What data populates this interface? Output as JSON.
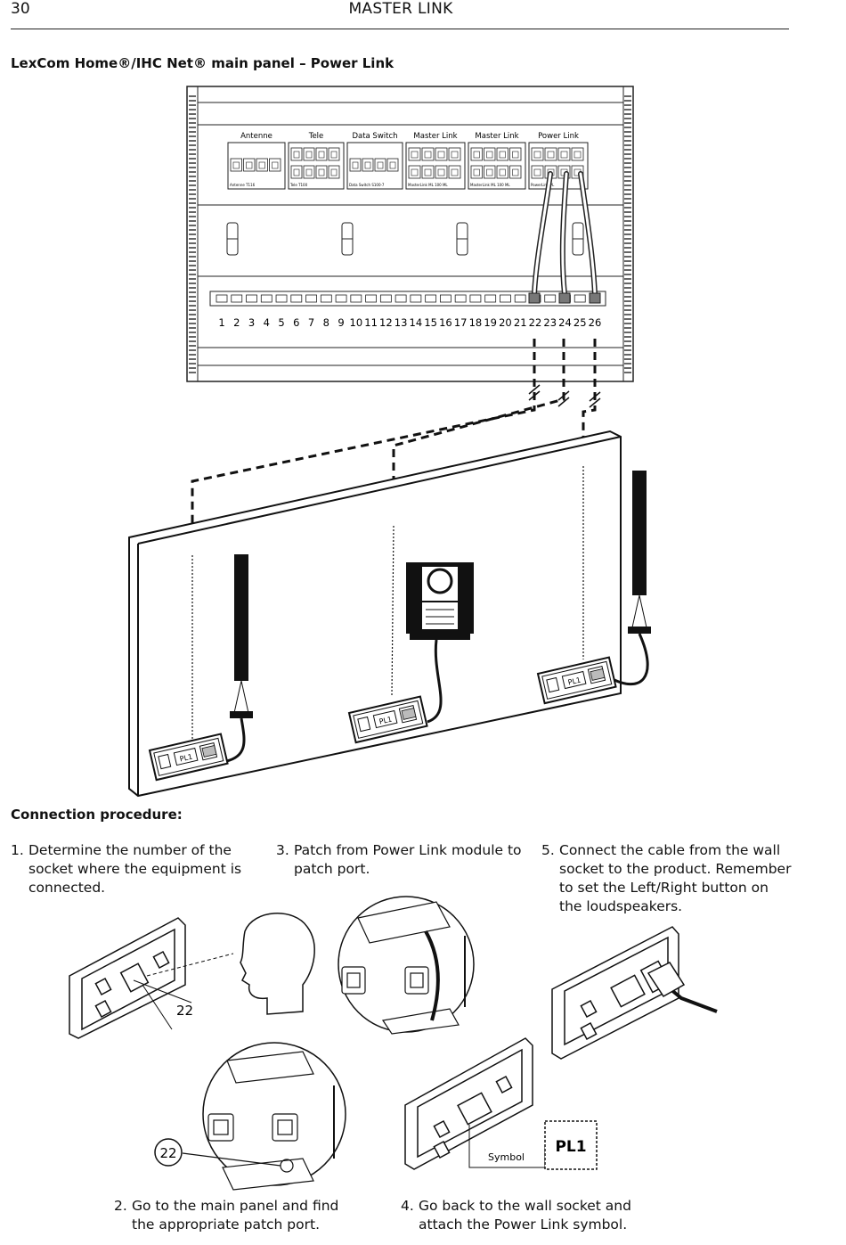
{
  "header": {
    "page_number": "30",
    "title": "MASTER LINK"
  },
  "section_title": "LexCom Home®/IHC Net® main panel – Power Link",
  "panel": {
    "modules": [
      {
        "name": "Antenne",
        "tag": "Antenne T116"
      },
      {
        "name": "Tele",
        "tag": "Tele T100"
      },
      {
        "name": "Data Switch",
        "tag": "Data Switch S100-7"
      },
      {
        "name": "Master Link",
        "tag": "MasterLink ML 100 ML"
      },
      {
        "name": "Master Link",
        "tag": "MasterLink ML 100 ML"
      },
      {
        "name": "Power Link",
        "tag": "PowerLink PL"
      }
    ],
    "ports": [
      "1",
      "2",
      "3",
      "4",
      "5",
      "6",
      "7",
      "8",
      "9",
      "10",
      "11",
      "12",
      "13",
      "14",
      "15",
      "16",
      "17",
      "18",
      "19",
      "20",
      "21",
      "22",
      "23",
      "24",
      "25",
      "26"
    ]
  },
  "wall": {
    "socket_label": "PL1"
  },
  "procedure_title": "Connection procedure:",
  "steps": [
    {
      "num": "1.",
      "text": "Determine the number of the socket where the equipment is connected."
    },
    {
      "num": "2.",
      "text": "Go to the main panel and find the appropriate patch port."
    },
    {
      "num": "3.",
      "text": "Patch from Power Link module to patch port."
    },
    {
      "num": "4.",
      "text": "Go back to the wall socket and attach the Power Link symbol."
    },
    {
      "num": "5.",
      "text": "Connect the cable from the wall socket to the product. Remember to set the Left/Right button on the loudspeakers."
    }
  ],
  "callouts": {
    "step1_number": "22",
    "step2_number": "22",
    "symbol_label": "Symbol",
    "symbol_text": "PL1"
  }
}
